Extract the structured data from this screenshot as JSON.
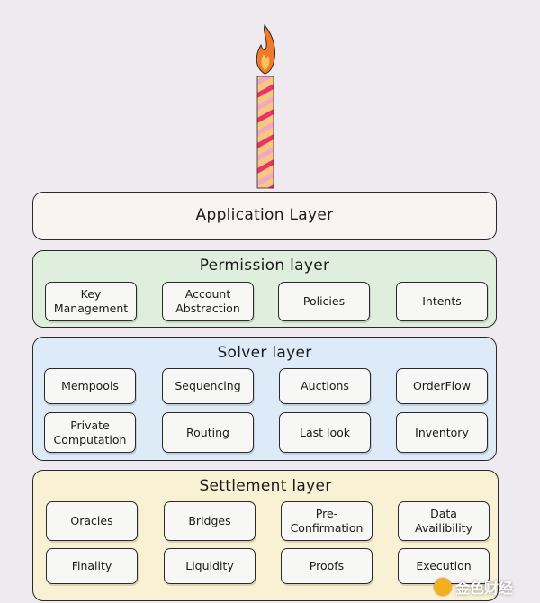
{
  "application_layer": {
    "title": "Application Layer",
    "fill": "#fbf3f2"
  },
  "permission_layer": {
    "title": "Permission layer",
    "fill": "#dfeedd",
    "items": [
      "Key\nManagement",
      "Account\nAbstraction",
      "Policies",
      "Intents"
    ]
  },
  "solver_layer": {
    "title": "Solver layer",
    "fill": "#dcebf7",
    "items": [
      "Mempools",
      "Sequencing",
      "Auctions",
      "OrderFlow",
      "Private\nComputation",
      "Routing",
      "Last look",
      "Inventory"
    ]
  },
  "settlement_layer": {
    "title": "Settlement layer",
    "fill": "#f9f1d4",
    "items": [
      "Oracles",
      "Bridges",
      "Pre-\nConfirmation",
      "Data\nAvailibility",
      "Finality",
      "Liquidity",
      "Proofs",
      "Execution"
    ]
  },
  "colors": {
    "flame_outer": "#f07a2a",
    "flame_inner": "#ffc35a",
    "stripe_a": "#e8336b",
    "stripe_b": "#f7c97e",
    "stripe_c": "#f4a6c5"
  },
  "watermark": {
    "text": "金色财经",
    "icon": "jinse-logo"
  }
}
